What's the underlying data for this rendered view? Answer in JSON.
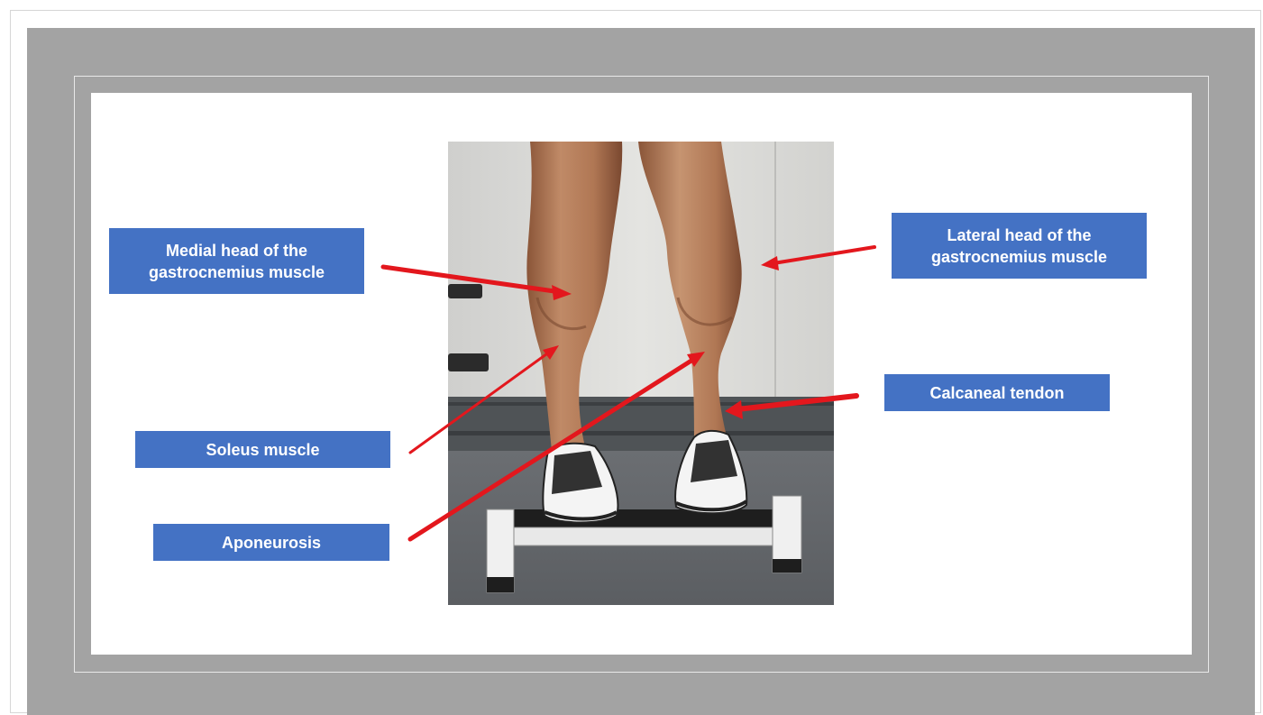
{
  "figure": {
    "labels": {
      "medial_head": "Medial head of the gastrocnemius muscle",
      "lateral_head": "Lateral head of the gastrocnemius muscle",
      "soleus": "Soleus muscle",
      "calcaneal_tendon": "Calcaneal tendon",
      "aponeurosis": "Aponeurosis"
    },
    "colors": {
      "label_bg": "#4472c4",
      "label_text": "#ffffff",
      "arrow": "#e3171d",
      "frame": "#a3a3a3"
    },
    "photo_icon": "calf-raise-legs-photo"
  }
}
